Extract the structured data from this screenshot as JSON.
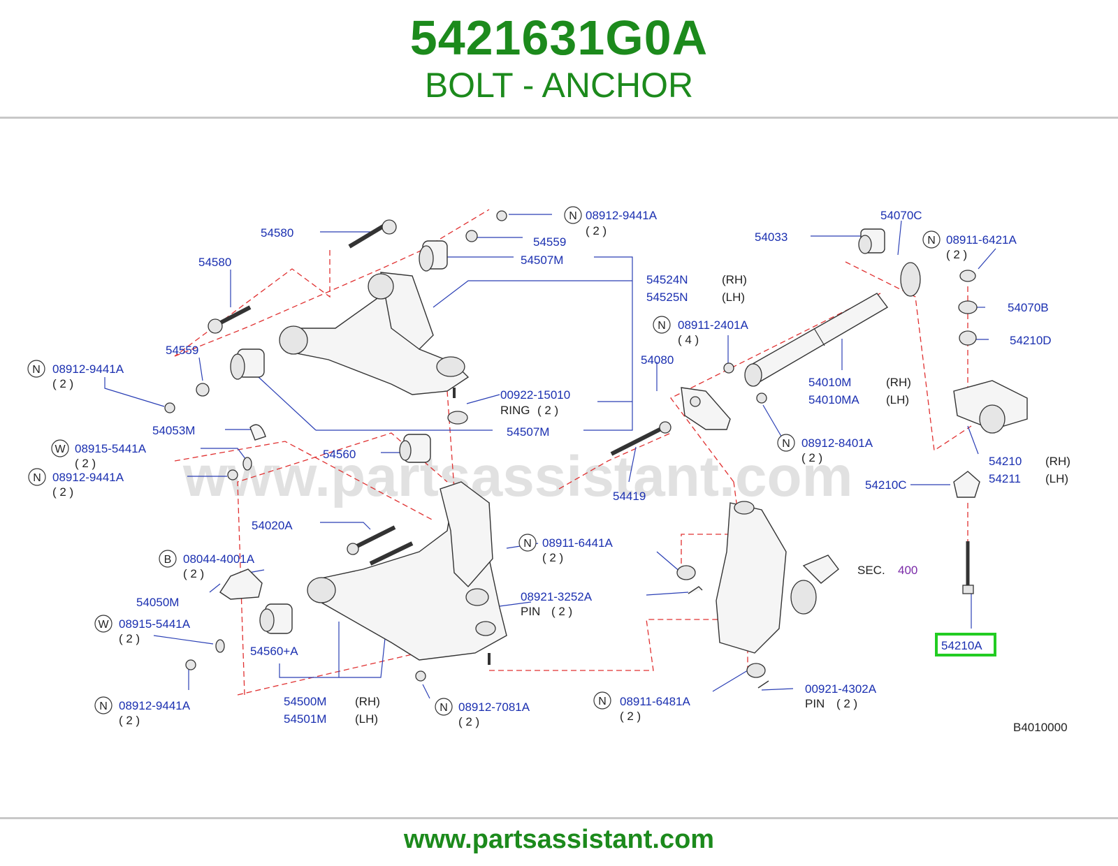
{
  "header": {
    "part_number": "5421631G0A",
    "part_name": "BOLT - ANCHOR"
  },
  "footer": {
    "url": "www.partsassistant.com"
  },
  "diagram": {
    "watermark": "www.partsassistant.com",
    "code": "B4010000",
    "highlighted_part": "54210A",
    "labels": {
      "l54580a": "54580",
      "l54580b": "54580",
      "l08912_9441A_top": "08912-9441A",
      "q2_top": "( 2 )",
      "l54559_top": "54559",
      "l54507M_top": "54507M",
      "l54524N": "54524N",
      "rh1": "(RH)",
      "l54525N": "54525N",
      "lh1": "(LH)",
      "l54559_left": "54559",
      "l08912_9441A_l1": "08912-9441A",
      "q2_l1": "( 2 )",
      "l00922_15010": "00922-15010",
      "ring": "RING",
      "q2_ring": "( 2 )",
      "l54053M": "54053M",
      "l54507M_mid": "54507M",
      "l08915_5441A_l1": "08915-5441A",
      "q2_w1": "( 2 )",
      "l54560": "54560",
      "l08912_9441A_l2": "08912-9441A",
      "q2_l2": "( 2 )",
      "l54020A": "54020A",
      "l08911_6441A": "08911-6441A",
      "q2_6441": "( 2 )",
      "l08044_4001A": "08044-4001A",
      "q2_b": "( 2 )",
      "l54050M": "54050M",
      "l08921_3252A": "08921-3252A",
      "pin1": "PIN",
      "q2_pin1": "( 2 )",
      "l08915_5441A_l2": "08915-5441A",
      "q2_w2": "( 2 )",
      "l54560A": "54560+A",
      "l08912_9441A_l3": "08912-9441A",
      "q2_l3": "( 2 )",
      "l54500M": "54500M",
      "rh2": "(RH)",
      "l54501M": "54501M",
      "lh2": "(LH)",
      "l08912_7081A": "08912-7081A",
      "q2_7081": "( 2 )",
      "l54033": "54033",
      "l54070C": "54070C",
      "l08911_6421A": "08911-6421A",
      "q2_6421": "( 2 )",
      "l54070B": "54070B",
      "l54210D": "54210D",
      "l08911_2401A": "08911-2401A",
      "q4_2401": "( 4 )",
      "l54080": "54080",
      "l54010M": "54010M",
      "rh3": "(RH)",
      "l54010MA": "54010MA",
      "lh3": "(LH)",
      "l08912_8401A": "08912-8401A",
      "q2_8401": "( 2 )",
      "l54419": "54419",
      "l54210": "54210",
      "rh4": "(RH)",
      "l54211": "54211",
      "lh4": "(LH)",
      "l54210C": "54210C",
      "sec": "SEC.",
      "sec_num": "400",
      "l54210A": "54210A",
      "l08911_6481A": "08911-6481A",
      "q2_6481": "( 2 )",
      "l00921_4302A": "00921-4302A",
      "pin2": "PIN",
      "q2_pin2": "( 2 )"
    },
    "prefixes": {
      "p1": "N",
      "p2": "N",
      "p3": "W",
      "p4": "N",
      "p5": "N",
      "p6": "B",
      "p7": "W",
      "p8": "N",
      "p9": "N",
      "p10": "N",
      "p11": "N",
      "p12": "N",
      "p13": "N"
    }
  }
}
